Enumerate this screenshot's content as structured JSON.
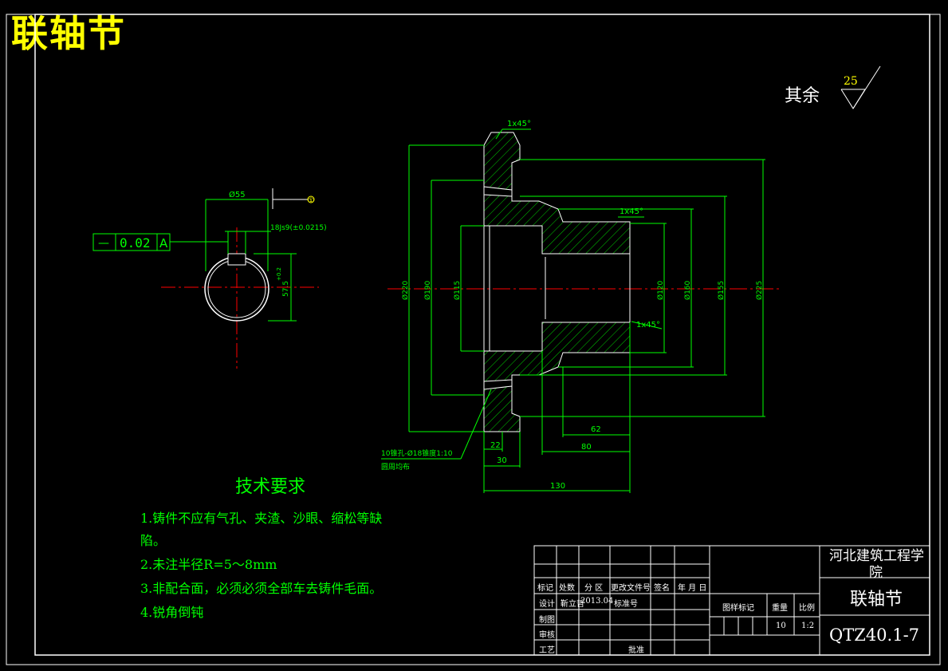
{
  "drawing": {
    "title": "联轴节",
    "roughness_label": "其余",
    "roughness_value": "25"
  },
  "section_view": {
    "dims": {
      "chamfer_top": "1x45°",
      "chamfer_mid": "1x45°",
      "chamfer_bore": "1x45°",
      "d220": "Ø220",
      "d190": "Ø190",
      "d115": "Ø115",
      "d120": "Ø120",
      "d160": "Ø160",
      "d155": "Ø155",
      "d225": "Ø225",
      "l22": "22",
      "l30": "30",
      "l130": "130",
      "l62": "62",
      "l80": "80",
      "holes_line1": "10锥孔-Ø18锥度1:10",
      "holes_line2": "圆周均布"
    }
  },
  "key_view": {
    "tolerance_symbol": "—",
    "tolerance_value": "0.02",
    "datum": "A",
    "d55": "Ø55",
    "keyway": "18Js9(±0.0215)",
    "depth": "57.5",
    "depth_tol": "+0.2",
    "datum_ref": "①"
  },
  "requirements": {
    "title": "技术要求",
    "items": [
      "1.铸件不应有气孔、夹渣、沙眼、缩松等缺",
      "陷。",
      "2.未注半径R=5～8mm",
      "3.非配合面，必须必须全部车去铸件毛面。",
      "4.锐角倒钝"
    ]
  },
  "title_block": {
    "school": "河北建筑工程学",
    "school2": "院",
    "part_name": "联轴节",
    "drawing_no": "QTZ40.1-7",
    "h_mark": "标记",
    "h_count": "处数",
    "h_zone": "分 区",
    "h_change": "更改文件号",
    "h_sign": "签名",
    "h_date": "年 月 日",
    "r_design": "设计",
    "designer": "靳立哲",
    "design_date": "2013.04",
    "r_std": "标准号",
    "r_draw": "制图",
    "r_check": "审核",
    "r_craft": "工艺",
    "r_approve": "批准",
    "h_stage": "图样标记",
    "h_weight": "重量",
    "h_scale": "比例",
    "weight": "10",
    "scale": "1:2"
  }
}
